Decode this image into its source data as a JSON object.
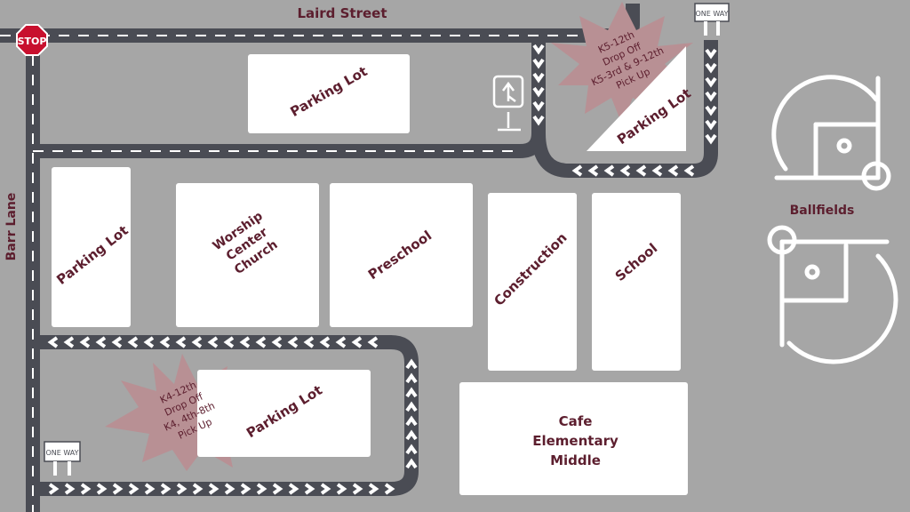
{
  "colors": {
    "background": "#a6a6a6",
    "road": "#4a4c54",
    "label": "#5c1e2e",
    "burst": "#b89094",
    "stop": "#c8102e"
  },
  "streets": {
    "laird": "Laird Street",
    "barr": "Barr Lane"
  },
  "signs": {
    "stop": "STOP",
    "one_way_top": "ONE WAY",
    "one_way_bottom": "ONE WAY"
  },
  "buildings": {
    "parking_top": "Parking Lot",
    "parking_left": "Parking Lot",
    "worship": [
      "Worship",
      "Center",
      "Church"
    ],
    "preschool": "Preschool",
    "construction": "Construction",
    "school": "School",
    "cafe": [
      "Cafe",
      "Elementary",
      "Middle"
    ],
    "parking_right": "Parking Lot",
    "parking_bottom": "Parking Lot"
  },
  "zones": {
    "top_burst": [
      "K5-12th",
      "Drop Off",
      "K5-3rd & 9-12th",
      "Pick Up"
    ],
    "bottom_burst": [
      "K4-12th",
      "Drop Off",
      "K4, 4th-8th",
      "Pick Up"
    ]
  },
  "ballfields": "Ballfields",
  "icons": [
    "stop-sign-icon",
    "one-way-sign-icon",
    "merge-sign-icon",
    "ballfield-diamond-icon",
    "chevron-arrow-icon"
  ]
}
